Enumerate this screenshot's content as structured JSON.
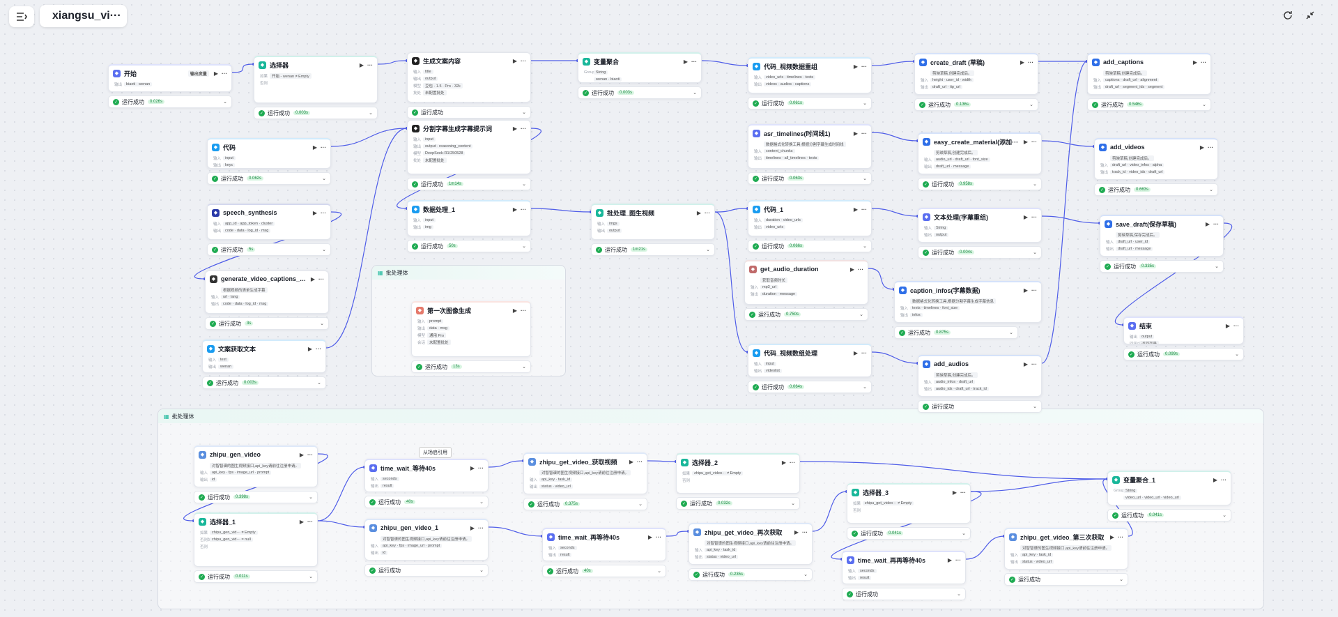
{
  "app": {
    "title": "xiangsu_vi···"
  },
  "colors": {
    "edge": "#4f5de8",
    "success": "#1fab52",
    "group_bg": "#eaf7f4"
  },
  "groups": [
    {
      "id": "g1",
      "label": "批处理体"
    },
    {
      "id": "g2",
      "label": "批处理体"
    }
  ],
  "tooltip": "从场启引用",
  "status_label": "运行成功",
  "nodes": [
    {
      "id": "start",
      "title": "开始",
      "badge": "输出变量",
      "color": "#5b6ff0",
      "icon": "flag-icon",
      "rows": [
        [
          "输出",
          "biaoti · wenan"
        ]
      ],
      "dur": "0.026s"
    },
    {
      "id": "sel0",
      "title": "选择器",
      "color": "#19b79a",
      "icon": "branch-icon",
      "rows": [
        [
          "如果",
          "开始 - wenan ≠ Empty"
        ],
        [
          "否则",
          ""
        ]
      ],
      "dur": "0.003s"
    },
    {
      "id": "gen",
      "title": "生成文案内容",
      "color": "#222",
      "icon": "llm-icon",
      "rows": [
        [
          "输入",
          "title"
        ],
        [
          "输出",
          "output"
        ],
        [
          "模型",
          "豆包 · 1.5 · Pro · 32k"
        ],
        [
          "批处",
          "未配置批处"
        ]
      ],
      "dur": ""
    },
    {
      "id": "varagg",
      "title": "变量聚合",
      "color": "#19b79a",
      "icon": "merge-icon",
      "rows": [
        [
          "Group1",
          "String"
        ],
        [
          "",
          "wenan · biaoti"
        ]
      ],
      "dur": "0.003s"
    },
    {
      "id": "code1",
      "title": "代码",
      "color": "#1a9cf0",
      "icon": "code-icon",
      "rows": [
        [
          "输入",
          "input"
        ],
        [
          "输出",
          "keyc"
        ]
      ],
      "dur": "0.062s"
    },
    {
      "id": "split",
      "title": "分割字幕生成字幕提示词",
      "color": "#222",
      "icon": "llm-icon",
      "rows": [
        [
          "输入",
          "input"
        ],
        [
          "输出",
          "output · reasoning_content"
        ],
        [
          "模型",
          "DeepSeek-R1/250528"
        ],
        [
          "批处",
          "未配置批处"
        ]
      ],
      "dur": "1m14s"
    },
    {
      "id": "speech",
      "title": "speech_synthesis",
      "color": "#2a3aa8",
      "icon": "plugin-icon",
      "rows": [
        [
          "输入",
          "app_id · app_token · cluster"
        ],
        [
          "输出",
          "code · data · log_id · msg"
        ]
      ],
      "dur": "5s"
    },
    {
      "id": "dproc",
      "title": "数据处理_1",
      "color": "#1a9cf0",
      "icon": "code-icon",
      "rows": [
        [
          "输入",
          "input"
        ],
        [
          "输出",
          "img"
        ]
      ],
      "dur": "50s"
    },
    {
      "id": "batchimg",
      "title": "批处理_图生视频",
      "color": "#19b79a",
      "icon": "batch-icon",
      "rows": [
        [
          "输入",
          "imgs"
        ],
        [
          "输出",
          "output"
        ]
      ],
      "dur": "1m21s"
    },
    {
      "id": "gvcap",
      "title": "generate_video_captions_s···",
      "color": "#333",
      "icon": "plugin-icon",
      "rows": [
        [
          "",
          "根据视频的清单生成字幕"
        ],
        [
          "输入",
          "url · lang"
        ],
        [
          "输出",
          "code · data · log_id · msg"
        ]
      ],
      "dur": "3s"
    },
    {
      "id": "firstimg",
      "title": "第一次图像生成",
      "color": "#e5796b",
      "icon": "image-icon",
      "rows": [
        [
          "输入",
          "prompt"
        ],
        [
          "输出",
          "data · msg"
        ],
        [
          "模型",
          "通用 Pro"
        ],
        [
          "会话",
          "未配置批处"
        ]
      ],
      "dur": "13s"
    },
    {
      "id": "textcopy",
      "title": "文案获取文本",
      "color": "#1a9cf0",
      "icon": "code-icon",
      "rows": [
        [
          "输入",
          "text"
        ],
        [
          "输出",
          "wenan"
        ]
      ],
      "dur": "0.003s"
    },
    {
      "id": "codevid",
      "title": "代码_视频数据重组",
      "color": "#1a9cf0",
      "icon": "code-icon",
      "rows": [
        [
          "输入",
          "video_urls · timelines · texts"
        ],
        [
          "输出",
          "videos · audios · captions"
        ]
      ],
      "dur": "0.061s"
    },
    {
      "id": "asr",
      "title": "asr_timelines(时间线1)",
      "color": "#5b6ff0",
      "icon": "plugin-icon",
      "rows": [
        [
          "",
          "数据格式化转换工具,根据分割字幕生成时间线"
        ],
        [
          "输入",
          "content_chunks"
        ],
        [
          "输出",
          "timelines · all_timelines · texts"
        ]
      ],
      "dur": "0.063s"
    },
    {
      "id": "code_1",
      "title": "代码_1",
      "color": "#1a9cf0",
      "icon": "code-icon",
      "rows": [
        [
          "输入",
          "duration · video_urls"
        ],
        [
          "输出",
          "video_urls"
        ]
      ],
      "dur": "0.066s"
    },
    {
      "id": "audiodur",
      "title": "get_audio_duration",
      "color": "#c06a6a",
      "icon": "plugin-icon",
      "rows": [
        [
          "",
          "获取音频时长"
        ],
        [
          "输入",
          "mp3_url"
        ],
        [
          "输出",
          "duration · message"
        ]
      ],
      "dur": "0.750s"
    },
    {
      "id": "codevid2",
      "title": "代码_视频数组处理",
      "color": "#1a9cf0",
      "icon": "code-icon",
      "rows": [
        [
          "输入",
          "input"
        ],
        [
          "输出",
          "videolist"
        ]
      ],
      "dur": "0.064s"
    },
    {
      "id": "cdraft",
      "title": "create_draft (草稿)",
      "color": "#2f6fe8",
      "icon": "plugin-icon",
      "rows": [
        [
          "",
          "剪映草稿,创建完成后。"
        ],
        [
          "输入",
          "height · user_id · width"
        ],
        [
          "输出",
          "draft_url · tip_url"
        ]
      ],
      "dur": "0.136s"
    },
    {
      "id": "ecm",
      "title": "easy_create_material(添加···",
      "color": "#2f6fe8",
      "icon": "plugin-icon",
      "rows": [
        [
          "",
          "剪映草稿,创建完成后。"
        ],
        [
          "输入",
          "audio_url · draft_url · font_size"
        ],
        [
          "输出",
          "draft_url · message"
        ]
      ],
      "dur": "0.958s"
    },
    {
      "id": "textproc",
      "title": "文本处理(字幕重组)",
      "color": "#5b6ff0",
      "icon": "text-icon",
      "rows": [
        [
          "输入",
          "String"
        ],
        [
          "输出",
          "output"
        ]
      ],
      "dur": "0.004s"
    },
    {
      "id": "capinfo",
      "title": "caption_infos(字幕数据)",
      "color": "#2f6fe8",
      "icon": "plugin-icon",
      "rows": [
        [
          "",
          "数据格式化转换工具,根据分割字幕生成字幕信息"
        ],
        [
          "输入",
          "texts · timelines · font_size"
        ],
        [
          "输出",
          "infos"
        ]
      ],
      "dur": "0.875s"
    },
    {
      "id": "addaud",
      "title": "add_audios",
      "color": "#2f6fe8",
      "icon": "plugin-icon",
      "rows": [
        [
          "",
          "剪映草稿,创建完成后。"
        ],
        [
          "输入",
          "audio_infos · draft_url"
        ],
        [
          "输出",
          "audio_ids · draft_url · track_id"
        ]
      ],
      "dur": ""
    },
    {
      "id": "addcap",
      "title": "add_captions",
      "color": "#2f6fe8",
      "icon": "plugin-icon",
      "rows": [
        [
          "",
          "剪映草稿,创建完成后。"
        ],
        [
          "输入",
          "captions · draft_url · alignment"
        ],
        [
          "输出",
          "draft_url · segment_ids · segment"
        ]
      ],
      "dur": "0.546s"
    },
    {
      "id": "addvid",
      "title": "add_videos",
      "color": "#2f6fe8",
      "icon": "plugin-icon",
      "rows": [
        [
          "",
          "剪映草稿,创建完成后。"
        ],
        [
          "输入",
          "draft_url · video_infos · alpha"
        ],
        [
          "输出",
          "track_id · video_ids · draft_url"
        ]
      ],
      "dur": "0.663s"
    },
    {
      "id": "savedraft",
      "title": "save_draft(保存草稿)",
      "color": "#2f6fe8",
      "icon": "plugin-icon",
      "rows": [
        [
          "",
          "剪映草稿,保存完成后。"
        ],
        [
          "输入",
          "draft_url · user_id"
        ],
        [
          "输出",
          "draft_url · message"
        ]
      ],
      "dur": "0.335s"
    },
    {
      "id": "end",
      "title": "结束",
      "color": "#5b6ff0",
      "icon": "end-icon",
      "rows": [
        [
          "输出",
          "output"
        ],
        [
          "回答内容",
          "返回变量"
        ]
      ],
      "dur": "0.099s"
    },
    {
      "id": "zgv",
      "title": "zhipu_gen_video",
      "color": "#5b8fdf",
      "icon": "plugin-icon",
      "rows": [
        [
          "",
          "对智智谱的图生视频接口,api_key请前往注册申请。"
        ],
        [
          "输入",
          "api_key · fps · image_url · prompt"
        ],
        [
          "输出",
          "id"
        ]
      ],
      "dur": "0.398s"
    },
    {
      "id": "sel1",
      "title": "选择器_1",
      "color": "#19b79a",
      "icon": "branch-icon",
      "rows": [
        [
          "如果",
          "zhipu_gen_vid··· ≠ Empty"
        ],
        [
          "否则如果",
          "zhipu_gen_vid··· = null"
        ],
        [
          "否则",
          ""
        ]
      ],
      "dur": "0.011s"
    },
    {
      "id": "tw40",
      "title": "time_wait_等待40s",
      "color": "#5b6ff0",
      "icon": "plugin-icon",
      "rows": [
        [
          "输入",
          "seconds"
        ],
        [
          "输出",
          "result"
        ]
      ],
      "dur": "40s"
    },
    {
      "id": "zgv1",
      "title": "zhipu_gen_video_1",
      "color": "#5b8fdf",
      "icon": "plugin-icon",
      "rows": [
        [
          "",
          "对智智谱的图生视频接口,api_key请前往注册申请。"
        ],
        [
          "输入",
          "api_key · fps · image_url · prompt"
        ],
        [
          "输出",
          "id"
        ]
      ],
      "dur": ""
    },
    {
      "id": "zget",
      "title": "zhipu_get_video_获取视频",
      "color": "#5b8fdf",
      "icon": "plugin-icon",
      "rows": [
        [
          "",
          "对智智谱的图生视频接口,api_key请前往注册申请。"
        ],
        [
          "输入",
          "api_key · task_id"
        ],
        [
          "输出",
          "status · video_url"
        ]
      ],
      "dur": "0.375s"
    },
    {
      "id": "tw40b",
      "title": "time_wait_再等待40s",
      "color": "#5b6ff0",
      "icon": "plugin-icon",
      "rows": [
        [
          "输入",
          "seconds"
        ],
        [
          "输出",
          "result"
        ]
      ],
      "dur": "40s"
    },
    {
      "id": "sel2",
      "title": "选择器_2",
      "color": "#19b79a",
      "icon": "branch-icon",
      "rows": [
        [
          "如果",
          "zhipu_get_video··· ≠ Empty"
        ],
        [
          "否则",
          ""
        ]
      ],
      "dur": "0.032s"
    },
    {
      "id": "zget2",
      "title": "zhipu_get_video_再次获取",
      "color": "#5b8fdf",
      "icon": "plugin-icon",
      "rows": [
        [
          "",
          "对智智谱的图生视频接口,api_key请前往注册申请。"
        ],
        [
          "输入",
          "api_key · task_id"
        ],
        [
          "输出",
          "status · video_url"
        ]
      ],
      "dur": "0.235s"
    },
    {
      "id": "sel3",
      "title": "选择器_3",
      "color": "#19b79a",
      "icon": "branch-icon",
      "rows": [
        [
          "如果",
          "zhipu_get_video··· ≠ Empty"
        ],
        [
          "否则",
          ""
        ]
      ],
      "dur": "0.041s"
    },
    {
      "id": "tw40c",
      "title": "time_wait_再再等待40s",
      "color": "#5b6ff0",
      "icon": "plugin-icon",
      "rows": [
        [
          "输入",
          "seconds"
        ],
        [
          "输出",
          "result"
        ]
      ],
      "dur": ""
    },
    {
      "id": "zget3",
      "title": "zhipu_get_video_第三次获取",
      "color": "#5b8fdf",
      "icon": "plugin-icon",
      "rows": [
        [
          "",
          "对智智谱的图生视频接口,api_key请前往注册申请。"
        ],
        [
          "输入",
          "api_key · task_id"
        ],
        [
          "输出",
          "status · video_url"
        ]
      ],
      "dur": ""
    },
    {
      "id": "varagg1",
      "title": "变量聚合_1",
      "color": "#19b79a",
      "icon": "merge-icon",
      "rows": [
        [
          "Group1",
          "String"
        ],
        [
          "",
          "video_url · video_url · video_url"
        ]
      ],
      "dur": "0.041s"
    }
  ]
}
